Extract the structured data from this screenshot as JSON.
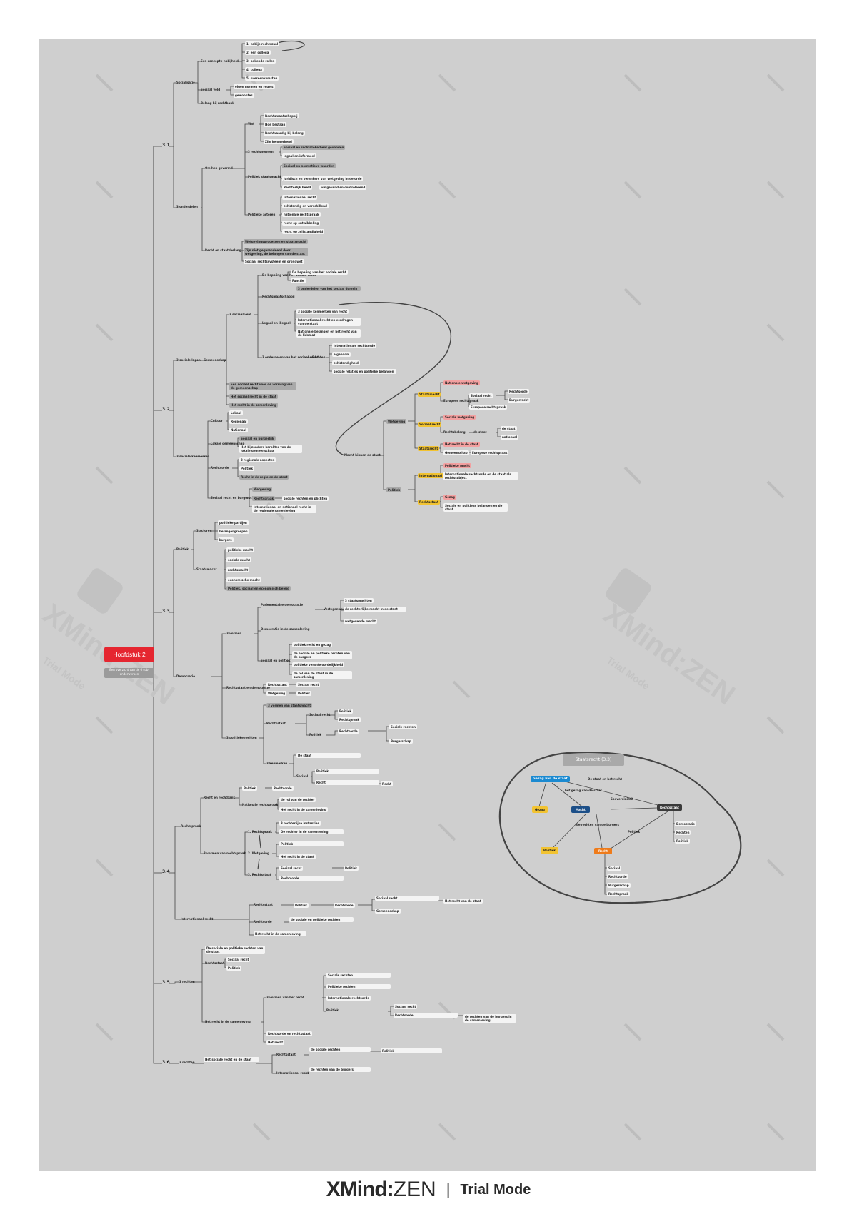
{
  "root": {
    "title": "Hoofdstuk 2",
    "subtitle": "Een overzicht van de 6 sub-onderwerpen"
  },
  "watermark": {
    "brand": "XMind",
    "separator": ":",
    "product": "ZEN",
    "mode": "Trial Mode"
  },
  "footer": {
    "brand": "XMind",
    "separator": ":",
    "product": "ZEN",
    "divider": "|",
    "mode": "Trial Mode"
  },
  "sections": [
    "3.1",
    "3.2",
    "3.3",
    "3.4",
    "3.5",
    "3.6"
  ],
  "nodes": {
    "s31_a": "Socialisatie",
    "s31_b": "Een concept : nabijheid",
    "s31_b1": "1. nabije rechtszaal",
    "s31_b2": "2. een collega",
    "s31_b3": "3. bekende rollen",
    "s31_b4": "4. collega",
    "s31_b5": "5. overeenkomsten",
    "s31_c": "Sociaal veld",
    "s31_c1": "eigen normen en regels",
    "s31_c2": "gewoontes",
    "s31_d": "Belang bij rechtbank",
    "s31_e": "3 onderdelen",
    "s31_e1": "Om hen gevormd",
    "s31_e1a": "Wat",
    "s31_e1a1": "Rechtsmaatschappij",
    "s31_e1a2": "Hoe bestaan",
    "s31_e1a3": "Rechtvaardig bij belang",
    "s31_e1a4": "Zijn kenmerkend",
    "s31_e1b": "3 rechtsnormen",
    "s31_e1b1": "Sociaal en rechtszekerheid gevonden",
    "s31_e1b2": "legaal en informeel",
    "s31_e1c": "Politiek staatsmacht",
    "s31_e1c1": "Sociaal en normatieve waarden",
    "s31_e1c2": "Juridisch en verankerd",
    "s31_e1c2a": "van wetgeving in de orde",
    "s31_e1c3": "Rechterlijk beeld",
    "s31_e1c3a": "wetgevend en controlerend",
    "s31_e1d": "Politieke actoren",
    "s31_e1d1": "Internationaal recht",
    "s31_e1d2": "zelfstandig en verschillend",
    "s31_e1d3": "nationale rechtspraak",
    "s31_e1d4": "recht op ontwikkeling",
    "s31_e1d5": "recht op zelfstandigheid",
    "s31_f": "Recht en staatsbelang",
    "s31_f1": "Wetgevingsprocessen en staatsmacht",
    "s31_f2": "Zijn niet gegarandeerd door wetgeving, de belangen van de staat",
    "s31_f3": "Sociaal rechtssysteem en grondwet",
    "s32_a": "3 sociale lagen",
    "s32_b": "Gemeenschap",
    "s32_b1": "3 sociaal veld",
    "s32_b1a": "De bepaling van het sociale recht",
    "s32_b1b": "Functie",
    "s32_b2": "Rechtsmaatschappij",
    "s32_b2a": "3 onderdelen van het sociaal domein",
    "s32_b3": "Legaal en illegaal",
    "s32_b3a": "3 sociale kenmerken van recht",
    "s32_b3b": "Internationaal recht en verdragen van de staat",
    "s32_b3c": "Nationale belangen en het recht van de lidstaat",
    "s32_b4": "3 onderdelen van het sociaal recht",
    "s32_b4x": "Rechten",
    "s32_b4x1": "Internationale rechtsorde",
    "s32_b4x2": "eigendom",
    "s32_b4x3": "zelfstandigheid",
    "s32_b4x4": "sociale relaties en politieke belangen",
    "s32_c1": "Een sociaal recht voor de vorming van de gemeenschap",
    "s32_c2": "Het sociaal recht in de staat",
    "s32_c3": "Het recht in de samenleving",
    "s32_d": "3 sociale kenmerken",
    "s32_d1": "Cultuur",
    "s32_d1a": "Lokaal",
    "s32_d1b": "Regionaal",
    "s32_d1c": "Nationaal",
    "s32_d2": "Lokale gemeenschap",
    "s32_d2a": "Sociaal en burgerlijk",
    "s32_d2b": "Het bijzondere karakter van de lokale gemeenschap",
    "s32_d3": "Rechtsorde",
    "s32_d3a": "3 regionale aspecten",
    "s32_d3b": "Politiek",
    "s32_d3c": "Recht in de regio en de staat",
    "s32_d4": "Sociaal recht en burgerschap",
    "s32_d4a": "Wetgeving",
    "s32_d4b": "Rechtspraak",
    "s32_d4b1": "sociale rechten en plichten",
    "s32_d4c": "Internationaal en nationaal recht in de regionale samenleving",
    "map_a": "Macht binnen de staat",
    "map_b": "Wetgeving",
    "map_b1": "Staatsmacht",
    "map_b1a": "Nationale wetgeving",
    "map_b1b": "Europese rechtspraak",
    "map_b1c": "Sociaal recht",
    "map_b1c1": "Rechtsorde",
    "map_b1c2": "Burgerrecht",
    "map_b2": "Sociaal recht",
    "map_b2a": "Sociale wetgeving",
    "map_b2b": "Rechtsbelang",
    "map_b2b1": "de staat",
    "map_b2b2": "nationaal",
    "map_b3": "Staatsrecht",
    "map_b3a": "Het recht in de staat",
    "map_b3b": "Gemeenschap",
    "map_c": "Politiek",
    "map_c1": "Internationaal",
    "map_c1a": "Politieke macht",
    "map_c1b": "Internationale rechtsorde en de staat als rechtssubject",
    "map_c2": "Rechtsstaat",
    "map_c2a": "Gezag",
    "map_c2b": "Sociale en politieke belangen en de staat",
    "s33_a": "Politiek",
    "s33_a1": "3 actoren",
    "s33_a1a": "politieke partijen",
    "s33_a1b": "belangengroepen",
    "s33_a1c": "burgers",
    "s33_a2": "Staatsmacht",
    "s33_a2a": "politieke macht",
    "s33_a2b": "sociale macht",
    "s33_a2c": "rechtsmacht",
    "s33_a2d": "economische macht",
    "s33_a2e": "Politiek, sociaal en economisch beleid",
    "s33_b": "Democratie",
    "s33_b1": "3 vormen",
    "s33_b1a": "Parlementaire democratie",
    "s33_b1a1": "Vertegenwoordiging",
    "s33_b1a1x": "3 staatsmachten",
    "s33_b1a1y": "de rechterlijke macht in de staat",
    "s33_b1a1z": "wetgevende macht",
    "s33_b1b": "Democratie in de samenleving",
    "s33_b1c": "Sociaal en politiek",
    "s33_b1c1": "politiek recht en gezag",
    "s33_b1c2": "de sociale en politieke rechten van de burgers",
    "s33_b1c3": "politieke verantwoordelijkheid",
    "s33_b1c4": "de rol van de staat in de samenleving",
    "s33_b2": "Rechtsstaat en democratie",
    "s33_b2a": "Rechtsstaat",
    "s33_b2a1": "Sociaal recht",
    "s33_b2b": "Wetgeving",
    "s33_b2b1": "Politiek",
    "s33_b3": "3 politieke rechten",
    "s33_b3a": "3 vormen van staatsmacht",
    "s33_b3b": "Rechtsstaat",
    "s33_b3b1": "Sociaal recht",
    "s33_b3b1a": "Politiek",
    "s33_b3b1b": "Rechtspraak",
    "s33_b3b2": "Politiek",
    "s33_b3b2a": "Rechtsorde",
    "s33_b3b2b": "Sociale rechten",
    "s33_b3b2c": "Burgerschap",
    "s33_b3c": "3 kenmerken",
    "s33_b3c1": "De staat",
    "s33_b3c2": "Sociaal",
    "s33_b3c2a": "Politiek",
    "s33_b3c2b": "Recht",
    "chap_title": "Staatsrecht (3.3)",
    "chap_a": "Gezag van de staat",
    "chap_a1": "De staat en het recht",
    "chap_b": "Gezag",
    "chap_c": "Macht",
    "chap_c1": "Soevereiniteit",
    "chap_c2": "het gezag van de staat",
    "chap_d": "Rechtsstaat",
    "chap_d1": "Democratie",
    "chap_d2": "Rechten",
    "chap_d3": "Politiek",
    "chap_e": "Politiek",
    "chap_f": "Recht",
    "chap_f1": "Sociaal",
    "chap_f2": "Rechtsorde",
    "chap_f3": "Burgerschap",
    "chap_f4": "Rechtspraak",
    "chap_g": "de rechten van de burgers",
    "s34_a": "Rechtspraak",
    "s34_a1": "Recht en rechtbank",
    "s34_a1a": "Politiek",
    "s34_a1a1": "Rechtsorde",
    "s34_a1b": "Nationale rechtspraak",
    "s34_a1b1": "de rol van de rechter",
    "s34_a1b2": "Het recht in de samenleving",
    "s34_a2": "3 vormen van rechtspraak",
    "s34_a2a": "1. Rechtspraak",
    "s34_a2a1": "3 rechterlijke instanties",
    "s34_a2a2": "De rechter in de samenleving",
    "s34_a2b": "2. Wetgeving",
    "s34_a2b1": "Politiek",
    "s34_a2b2": "Het recht in de staat",
    "s34_a2c": "3. Rechtsstaat",
    "s34_a2c1": "Sociaal recht",
    "s34_a2c1a": "Politiek",
    "s34_a2c2": "Rechtsorde",
    "s34_b": "Internationaal recht",
    "s34_b1": "Rechtsstaat",
    "s34_b1a": "Politiek",
    "s34_b1a1": "Rechtsorde",
    "s34_b1a2": "Sociaal recht",
    "s34_b1a2a": "Het recht van de staat",
    "s34_b1a2b": "Gemeenschap",
    "s34_b2": "Rechtsorde",
    "s34_b2a": "de sociale en politieke rechten",
    "s34_b3": "Het recht in de samenleving",
    "s35_a": "3 rechten",
    "s35_a1": "De sociale en politieke rechten van de staat",
    "s35_a2": "Rechtsstaat",
    "s35_a2a": "Sociaal recht",
    "s35_a2b": "Politiek",
    "s35_b": "Het recht in de samenleving",
    "s35_b1": "3 vormen van het recht",
    "s35_b1a": "Sociale rechten",
    "s35_b1b": "Politieke rechten",
    "s35_b1c": "Internationale rechtsorde",
    "s35_b1d": "Politiek",
    "s35_b1d1": "Sociaal recht",
    "s35_b1d2": "Rechtsorde",
    "s35_b1d3": "de rechten van de burgers in de samenleving",
    "s35_b2": "Rechtsorde en rechtsstaat",
    "s35_b3": "Het recht",
    "s36_a": "3 rechten",
    "s36_a1": "Het sociale recht en de staat",
    "s36_a1a": "Rechtsstaat",
    "s36_a1a1": "de sociale rechten",
    "s36_a1a2": "Politiek",
    "s36_a1b": "Internationaal recht",
    "s36_a1b1": "de rechten van de burgers"
  }
}
